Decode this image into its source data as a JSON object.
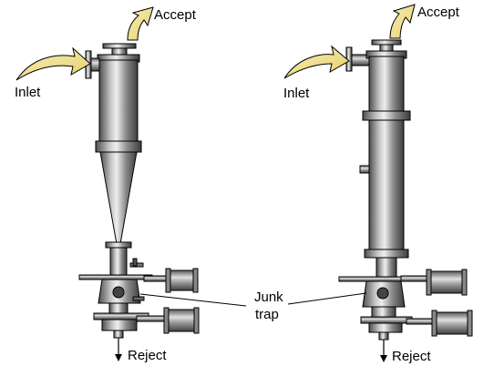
{
  "labels": {
    "left_accept": "Accept",
    "left_inlet": "Inlet",
    "left_reject": "Reject",
    "right_accept": "Accept",
    "right_inlet": "Inlet",
    "right_reject": "Reject",
    "junk_trap_line1": "Junk",
    "junk_trap_line2": "trap"
  },
  "colors": {
    "arrow_fill": "#f2e28f",
    "metal_light": "#e4e4e4",
    "metal_dark": "#5a5a5a",
    "outline": "#000000"
  }
}
